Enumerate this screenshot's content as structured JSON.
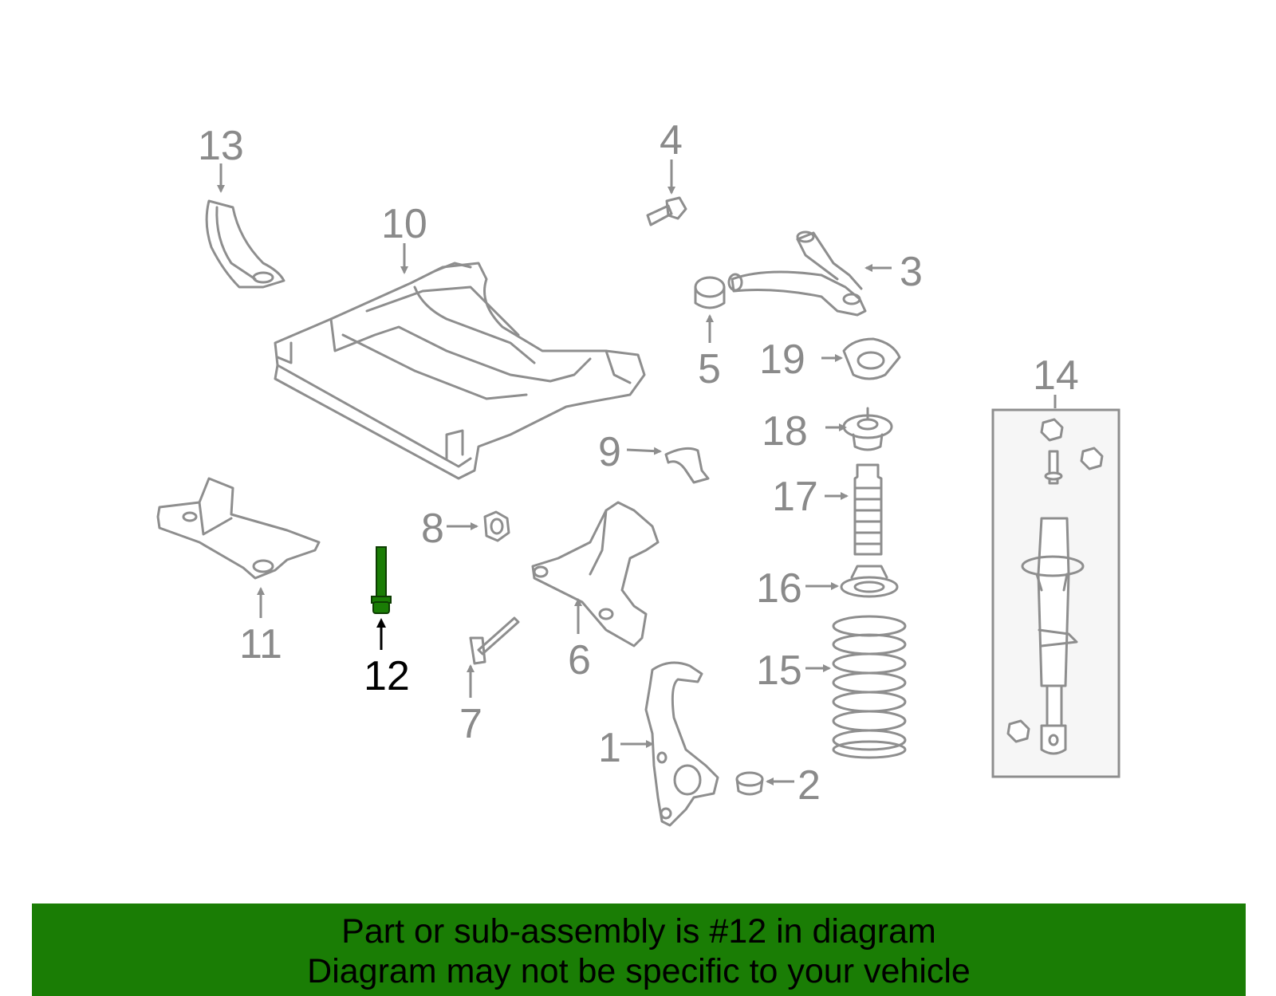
{
  "diagram": {
    "highlight_part": "12",
    "highlight_color": "#1a7d05",
    "line_color": "#8e8e8e",
    "callouts": {
      "c1": "1",
      "c2": "2",
      "c3": "3",
      "c4": "4",
      "c5": "5",
      "c6": "6",
      "c7": "7",
      "c8": "8",
      "c9": "9",
      "c10": "10",
      "c11": "11",
      "c12": "12",
      "c13": "13",
      "c14": "14",
      "c15": "15",
      "c16": "16",
      "c17": "17",
      "c18": "18",
      "c19": "19"
    }
  },
  "banner": {
    "line1": "Part or sub-assembly is #12 in diagram",
    "line2": "Diagram may not be specific to your vehicle",
    "background": "#1a7d05"
  }
}
